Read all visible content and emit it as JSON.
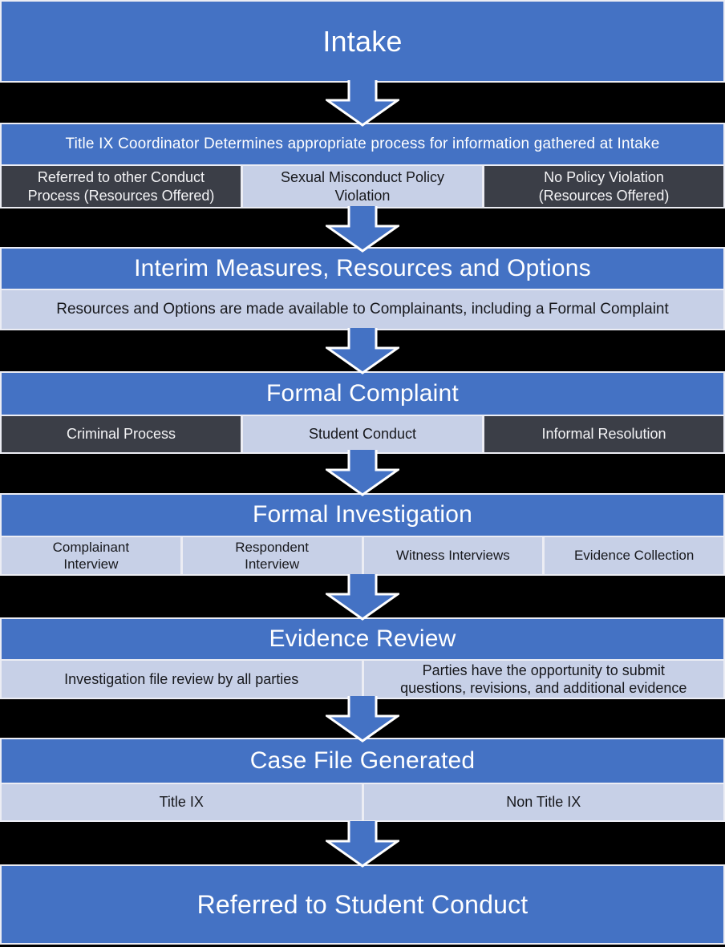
{
  "colors": {
    "accent_blue": "#4472C4",
    "light_cell": "#C7D0E7",
    "dark_cell": "#3B3E47",
    "cell_border": "#ECEDF4",
    "background": "#000000",
    "band_text": "#FFFFFF"
  },
  "flow": {
    "intake": {
      "title": "Intake"
    },
    "triage": {
      "banner": "Title IX Coordinator Determines appropriate process for information gathered at Intake",
      "cells": [
        {
          "label": "Referred to other Conduct\nProcess (Resources Offered)",
          "variant": "dark"
        },
        {
          "label": "Sexual Misconduct Policy\nViolation",
          "variant": "light"
        },
        {
          "label": "No Policy Violation\n(Resources Offered)",
          "variant": "dark"
        }
      ]
    },
    "interim": {
      "title": "Interim Measures, Resources and Options",
      "subtitle": "Resources and Options are made available to Complainants, including a Formal Complaint"
    },
    "formal_complaint": {
      "title": "Formal Complaint",
      "cells": [
        {
          "label": "Criminal Process",
          "variant": "dark"
        },
        {
          "label": "Student Conduct",
          "variant": "light"
        },
        {
          "label": "Informal Resolution",
          "variant": "dark"
        }
      ]
    },
    "formal_investigation": {
      "title": "Formal Investigation",
      "cells": [
        {
          "label": "Complainant\nInterview",
          "variant": "light"
        },
        {
          "label": "Respondent\nInterview",
          "variant": "light"
        },
        {
          "label": "Witness Interviews",
          "variant": "light"
        },
        {
          "label": "Evidence Collection",
          "variant": "light"
        }
      ]
    },
    "evidence_review": {
      "title": "Evidence Review",
      "cells": [
        {
          "label": "Investigation file review by all parties",
          "variant": "light"
        },
        {
          "label": "Parties have the opportunity to submit\nquestions, revisions, and additional evidence",
          "variant": "light"
        }
      ]
    },
    "case_file": {
      "title": "Case File Generated",
      "cells": [
        {
          "label": "Title IX",
          "variant": "light"
        },
        {
          "label": "Non Title IX",
          "variant": "light"
        }
      ]
    },
    "referred": {
      "title": "Referred to Student Conduct"
    }
  }
}
